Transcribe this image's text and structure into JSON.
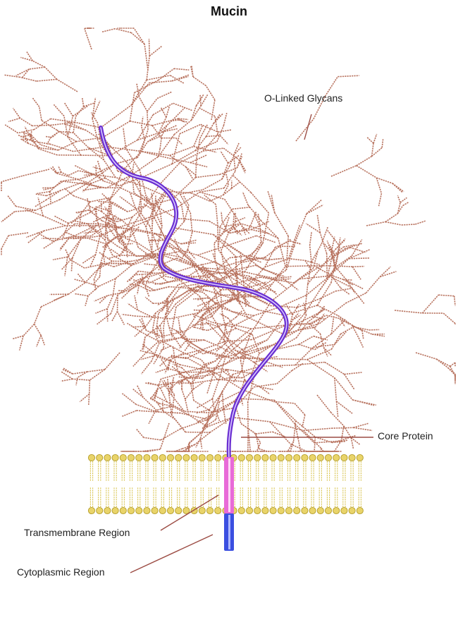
{
  "title": "Mucin",
  "labels": {
    "glycans": "O-Linked Glycans",
    "core_protein": "Core Protein",
    "transmembrane": "Transmembrane Region",
    "cytoplasmic": "Cytoplasmic Region"
  },
  "colors": {
    "glycan": "#b8735f",
    "core_protein": "#6a2fd1",
    "core_highlight": "#d9c8ff",
    "transmembrane": "#e86ad8",
    "cytoplasmic": "#3b4fe0",
    "lipid_head": "#e9d46a",
    "lipid_head_stroke": "#b59e2a",
    "lipid_tail": "#d8c44e",
    "leader": "#9c4c44"
  }
}
